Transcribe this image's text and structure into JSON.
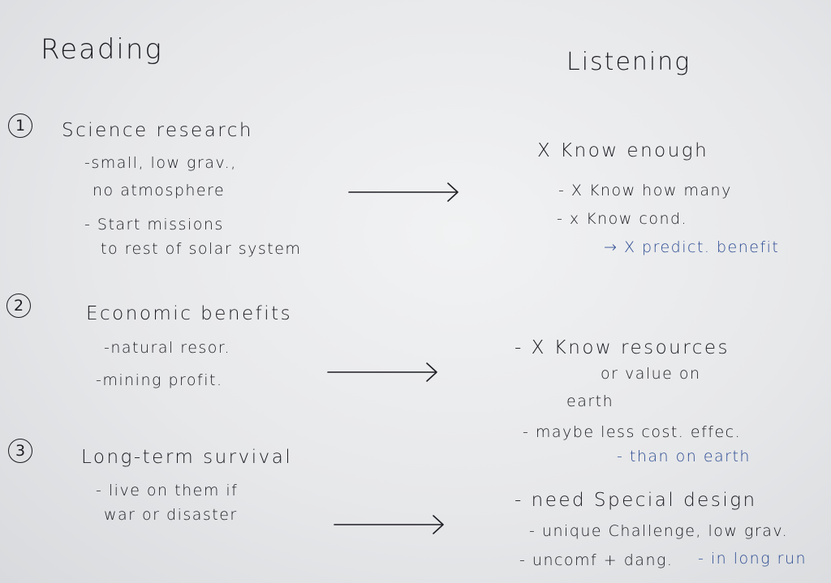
{
  "reading": {
    "heading": "Reading",
    "points": [
      {
        "number": "1",
        "title": "Science research",
        "details": [
          "-small, low grav.,",
          "no atmosphere",
          "- Start missions",
          "to rest of solar system"
        ]
      },
      {
        "number": "2",
        "title": "Economic benefits",
        "details": [
          "-natural resor.",
          "-mining profit."
        ]
      },
      {
        "number": "3",
        "title": "Long-term survival",
        "details": [
          "- live on them if",
          "war or disaster"
        ]
      }
    ]
  },
  "listening": {
    "heading": "Listening",
    "points": [
      {
        "lines": [
          "X Know enough",
          "- X Know how many",
          "- x Know cond.",
          "→ X predict. benefit"
        ]
      },
      {
        "lines": [
          "- X Know resources",
          "or value on",
          "earth",
          "- maybe less cost. effec.",
          "- than on earth"
        ]
      },
      {
        "lines": [
          "- need Special design",
          "- unique Challenge, low grav.",
          "- uncomf + dang.",
          "- in long run"
        ]
      }
    ]
  },
  "colors": {
    "ink": "#1c1c22",
    "blue_ink": "#2d4c93",
    "paper": "#eceeef"
  }
}
